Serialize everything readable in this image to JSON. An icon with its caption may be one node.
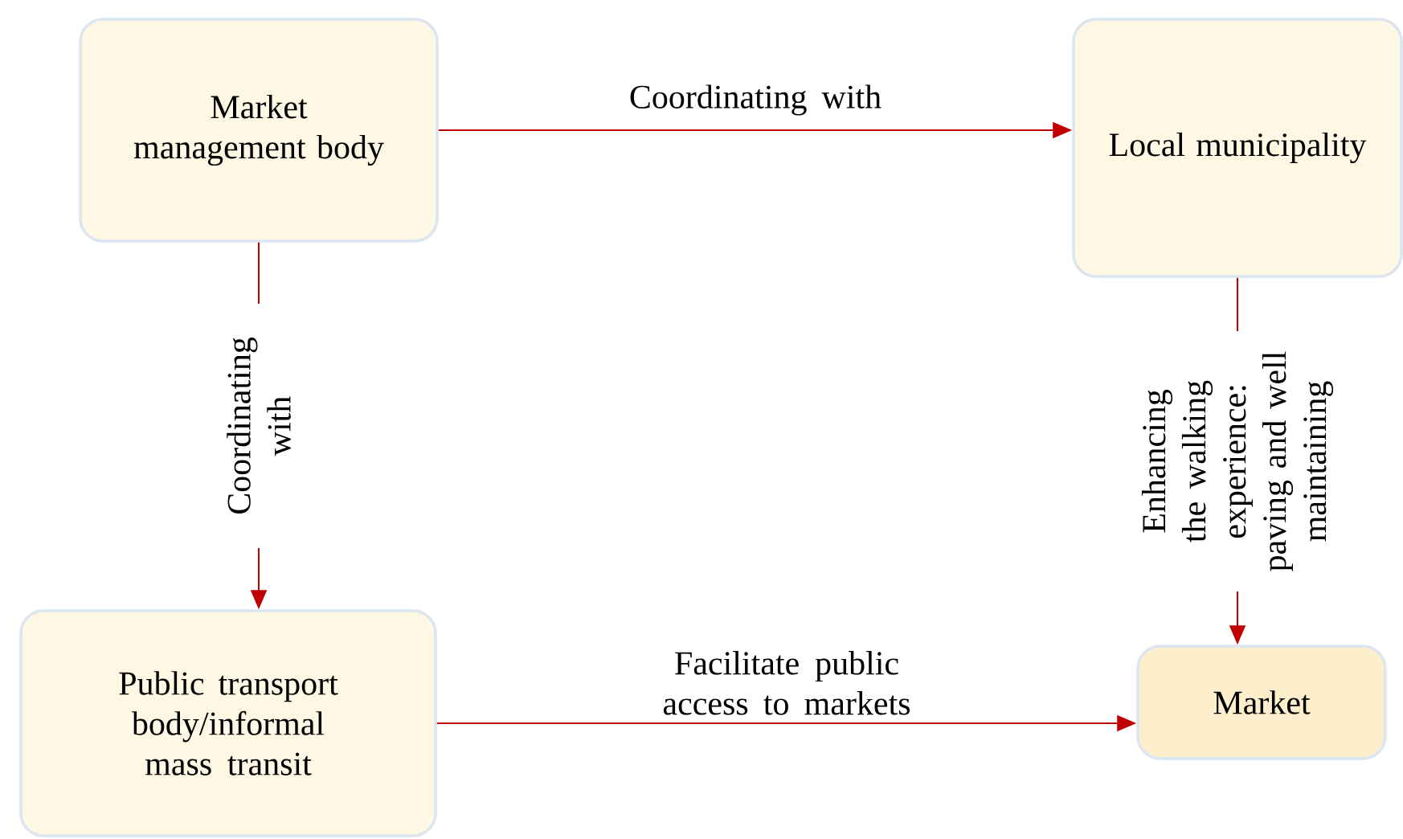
{
  "diagram": {
    "nodes": [
      {
        "text": [
          "Market management body"
        ]
      },
      {
        "text": [
          "Local municipality"
        ]
      },
      {
        "text": [
          "Public transport body/informal mass transit"
        ]
      },
      {
        "text": [
          "Market"
        ]
      }
    ],
    "edges": [
      {
        "from": 0,
        "to": 1,
        "arrow": "to",
        "label": "Coordinating with"
      },
      {
        "from": 0,
        "to": 2,
        "arrow": "to",
        "label": "Coordinating with"
      },
      {
        "from": 1,
        "to": 3,
        "arrow": "to",
        "label": "Enhancing the walking experience: paving and well maintaining"
      },
      {
        "from": 2,
        "to": 3,
        "arrow": "to",
        "label": "Facilitate public access to markets"
      }
    ]
  }
}
